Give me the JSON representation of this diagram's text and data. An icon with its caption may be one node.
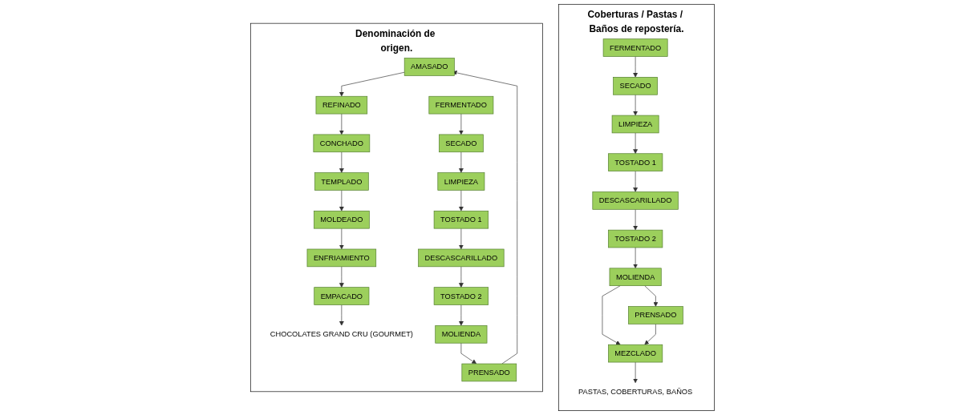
{
  "diagram": {
    "nodes": [
      {
        "text": [
          "Denominación de origen."
        ]
      },
      {
        "text": [
          "AMASADO"
        ],
        "in": 0
      },
      {
        "text": [
          "REFINADO"
        ],
        "in": 0
      },
      {
        "text": [
          "CONCHADO"
        ],
        "in": 0
      },
      {
        "text": [
          "TEMPLADO"
        ],
        "in": 0
      },
      {
        "text": [
          "MOLDEADO"
        ],
        "in": 0
      },
      {
        "text": [
          "ENFRIAMIENTO"
        ],
        "in": 0
      },
      {
        "text": [
          "EMPACADO"
        ],
        "in": 0
      },
      {
        "text": [
          "CHOCOLATES GRAND CRU (GOURMET)"
        ],
        "in": 0
      },
      {
        "text": [
          "FERMENTADO"
        ],
        "in": 0
      },
      {
        "text": [
          "SECADO"
        ],
        "in": 0
      },
      {
        "text": [
          "LIMPIEZA"
        ],
        "in": 0
      },
      {
        "text": [
          "TOSTADO 1"
        ],
        "in": 0
      },
      {
        "text": [
          "DESCASCARILLADO"
        ],
        "in": 0
      },
      {
        "text": [
          "TOSTADO 2"
        ],
        "in": 0
      },
      {
        "text": [
          "MOLIENDA"
        ],
        "in": 0
      },
      {
        "text": [
          "PRENSADO"
        ],
        "in": 0
      },
      {
        "text": [
          "Coberturas / Pastas / Baños de repostería."
        ]
      },
      {
        "text": [
          "FERMENTADO"
        ],
        "in": 17
      },
      {
        "text": [
          "SECADO"
        ],
        "in": 17
      },
      {
        "text": [
          "LIMPIEZA"
        ],
        "in": 17
      },
      {
        "text": [
          "TOSTADO 1"
        ],
        "in": 17
      },
      {
        "text": [
          "DESCASCARILLADO"
        ],
        "in": 17
      },
      {
        "text": [
          "TOSTADO 2"
        ],
        "in": 17
      },
      {
        "text": [
          "MOLIENDA"
        ],
        "in": 17
      },
      {
        "text": [
          "PRENSADO"
        ],
        "in": 17
      },
      {
        "text": [
          "MEZCLADO"
        ],
        "in": 17
      },
      {
        "text": [
          "PASTAS, COBERTURAS, BAÑOS"
        ],
        "in": 17
      }
    ],
    "edges": [
      {
        "from": 1,
        "to": 2,
        "arrow": "to"
      },
      {
        "from": 2,
        "to": 3,
        "arrow": "to"
      },
      {
        "from": 3,
        "to": 4,
        "arrow": "to"
      },
      {
        "from": 4,
        "to": 5,
        "arrow": "to"
      },
      {
        "from": 5,
        "to": 6,
        "arrow": "to"
      },
      {
        "from": 6,
        "to": 7,
        "arrow": "to"
      },
      {
        "from": 7,
        "to": 8,
        "arrow": "to"
      },
      {
        "from": 9,
        "to": 10,
        "arrow": "to"
      },
      {
        "from": 10,
        "to": 11,
        "arrow": "to"
      },
      {
        "from": 11,
        "to": 12,
        "arrow": "to"
      },
      {
        "from": 12,
        "to": 13,
        "arrow": "to"
      },
      {
        "from": 13,
        "to": 14,
        "arrow": "to"
      },
      {
        "from": 14,
        "to": 15,
        "arrow": "to"
      },
      {
        "from": 15,
        "to": 16,
        "arrow": "to"
      },
      {
        "from": 16,
        "to": 1,
        "arrow": "to"
      },
      {
        "from": 18,
        "to": 19,
        "arrow": "to"
      },
      {
        "from": 19,
        "to": 20,
        "arrow": "to"
      },
      {
        "from": 20,
        "to": 21,
        "arrow": "to"
      },
      {
        "from": 21,
        "to": 22,
        "arrow": "to"
      },
      {
        "from": 22,
        "to": 23,
        "arrow": "to"
      },
      {
        "from": 23,
        "to": 24,
        "arrow": "to"
      },
      {
        "from": 24,
        "to": 25,
        "arrow": "to"
      },
      {
        "from": 24,
        "to": 26,
        "arrow": "to"
      },
      {
        "from": 25,
        "to": 26,
        "arrow": "to"
      },
      {
        "from": 26,
        "to": 27,
        "arrow": "to"
      }
    ]
  }
}
